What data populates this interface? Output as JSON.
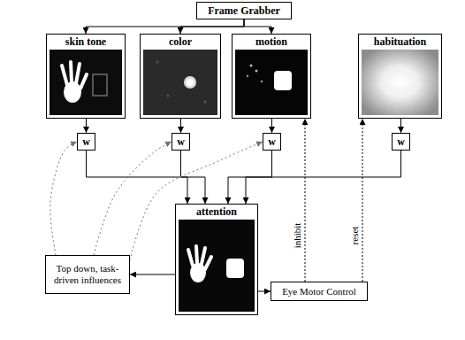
{
  "diagram": {
    "nodes": [
      {
        "text": [
          "Frame Grabber"
        ]
      },
      {
        "text": [
          "skin tone"
        ]
      },
      {
        "text": [
          "color"
        ]
      },
      {
        "text": [
          "motion"
        ]
      },
      {
        "text": [
          "habituation"
        ]
      },
      {
        "text": [
          "w"
        ]
      },
      {
        "text": [
          "w"
        ]
      },
      {
        "text": [
          "w"
        ]
      },
      {
        "text": [
          "w"
        ]
      },
      {
        "text": [
          "attention"
        ]
      },
      {
        "text": [
          "Top down, task-driven influences"
        ]
      },
      {
        "text": [
          "Eye Motor Control"
        ]
      }
    ],
    "edges": [
      {
        "from": 0,
        "to": 1,
        "arrow": "to"
      },
      {
        "from": 0,
        "to": 2,
        "arrow": "to"
      },
      {
        "from": 0,
        "to": 3,
        "arrow": "to"
      },
      {
        "from": 1,
        "to": 5,
        "arrow": "to"
      },
      {
        "from": 2,
        "to": 6,
        "arrow": "to"
      },
      {
        "from": 3,
        "to": 7,
        "arrow": "to"
      },
      {
        "from": 4,
        "to": 8,
        "arrow": "to"
      },
      {
        "from": 5,
        "to": 9,
        "arrow": "to"
      },
      {
        "from": 6,
        "to": 9,
        "arrow": "to"
      },
      {
        "from": 7,
        "to": 9,
        "arrow": "to"
      },
      {
        "from": 8,
        "to": 9,
        "arrow": "to"
      },
      {
        "from": 9,
        "to": 10,
        "arrow": "to"
      },
      {
        "from": 9,
        "to": 11,
        "arrow": "to"
      },
      {
        "from": 11,
        "to": 3,
        "label": "inhibit",
        "arrow": "to"
      },
      {
        "from": 11,
        "to": 4,
        "label": "reset",
        "arrow": "to"
      },
      {
        "from": 10,
        "to": 5,
        "arrow": "to"
      },
      {
        "from": 10,
        "to": 6,
        "arrow": "to"
      },
      {
        "from": 10,
        "to": 7,
        "arrow": "to"
      }
    ]
  }
}
